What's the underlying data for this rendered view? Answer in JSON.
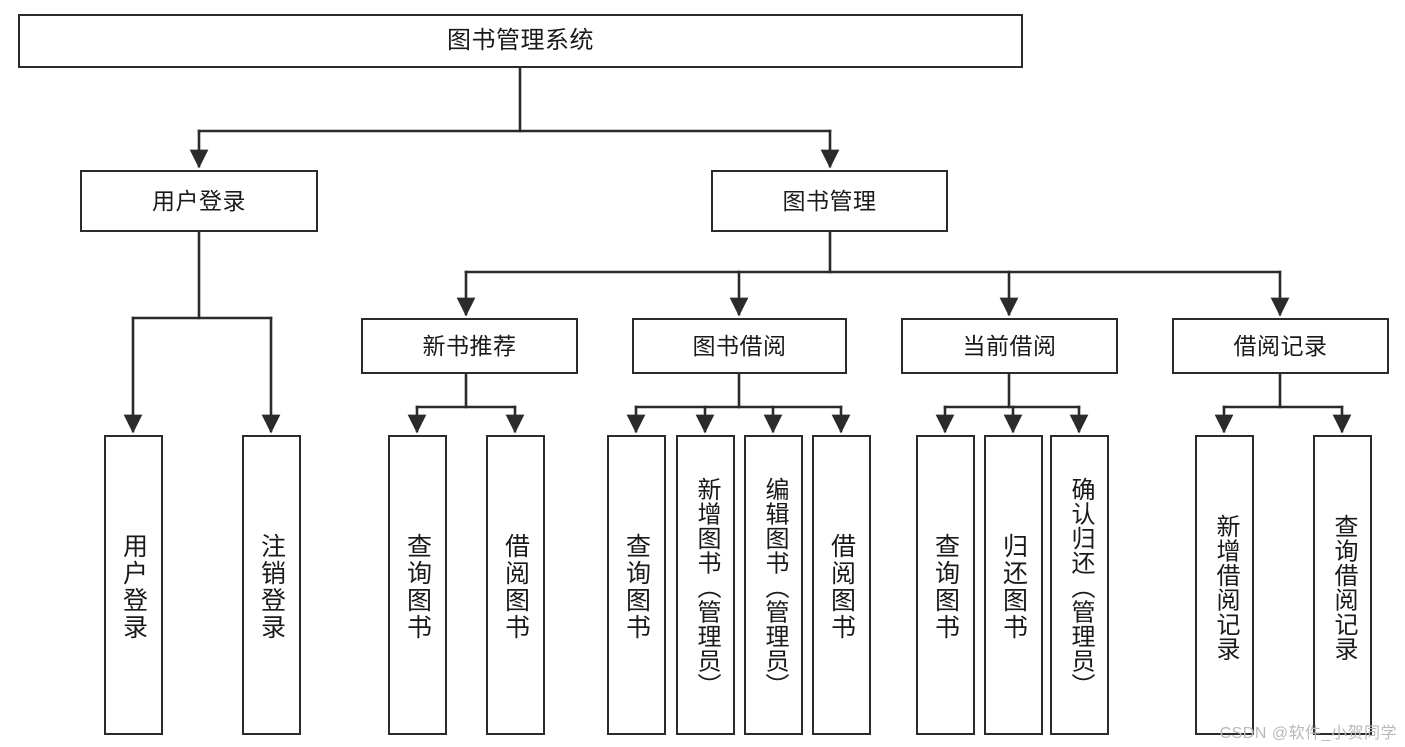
{
  "diagram": {
    "title": "图书管理系统",
    "type": "tree-hierarchy-diagram",
    "style": {
      "background": "#ffffff",
      "box_border": "#2b2b2b",
      "box_fill": "#ffffff",
      "edge_color": "#2b2b2b",
      "text_color": "#1a1a1a"
    },
    "root": {
      "label": "图书管理系统"
    },
    "level2": [
      {
        "label": "用户登录"
      },
      {
        "label": "图书管理"
      }
    ],
    "level3": [
      {
        "label": "新书推荐"
      },
      {
        "label": "图书借阅"
      },
      {
        "label": "当前借阅"
      },
      {
        "label": "借阅记录"
      }
    ],
    "leaves": {
      "user_login": [
        {
          "label": "用户登录"
        },
        {
          "label": "注销登录"
        }
      ],
      "new_book": [
        {
          "label": "查询图书"
        },
        {
          "label": "借阅图书"
        }
      ],
      "book_borrow": [
        {
          "label": "查询图书"
        },
        {
          "label": "新增图书（管理员）"
        },
        {
          "label": "编辑图书（管理员）"
        },
        {
          "label": "借阅图书"
        }
      ],
      "current_borrow": [
        {
          "label": "查询图书"
        },
        {
          "label": "归还图书"
        },
        {
          "label": "确认归还（管理员）"
        }
      ],
      "borrow_record": [
        {
          "label": "新增借阅记录"
        },
        {
          "label": "查询借阅记录"
        }
      ]
    }
  },
  "watermark": {
    "text": "CSDN @软件_小贺同学"
  }
}
